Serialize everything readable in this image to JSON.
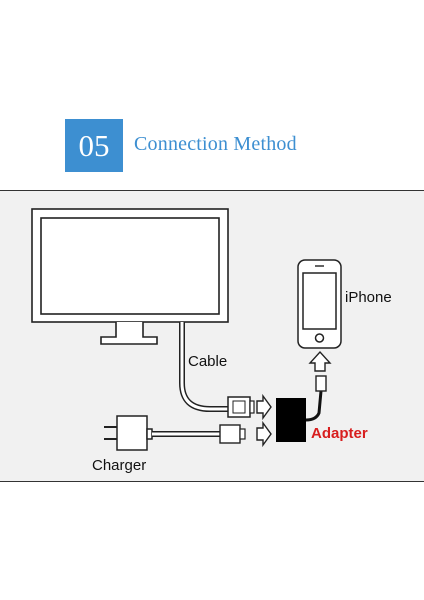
{
  "header": {
    "step_number": "05",
    "title": "Connection Method"
  },
  "colors": {
    "accent": "#3d8fd1",
    "adapter_label": "#d81e1e",
    "panel_background": "#f1f1f1"
  },
  "diagram": {
    "labels": {
      "iphone": "iPhone",
      "cable": "Cable",
      "adapter": "Adapter",
      "charger": "Charger"
    },
    "icons": [
      "tv-monitor-icon",
      "iphone-icon",
      "hdmi-cable-icon",
      "adapter-box-icon",
      "charger-plug-icon",
      "arrow-icon"
    ]
  }
}
